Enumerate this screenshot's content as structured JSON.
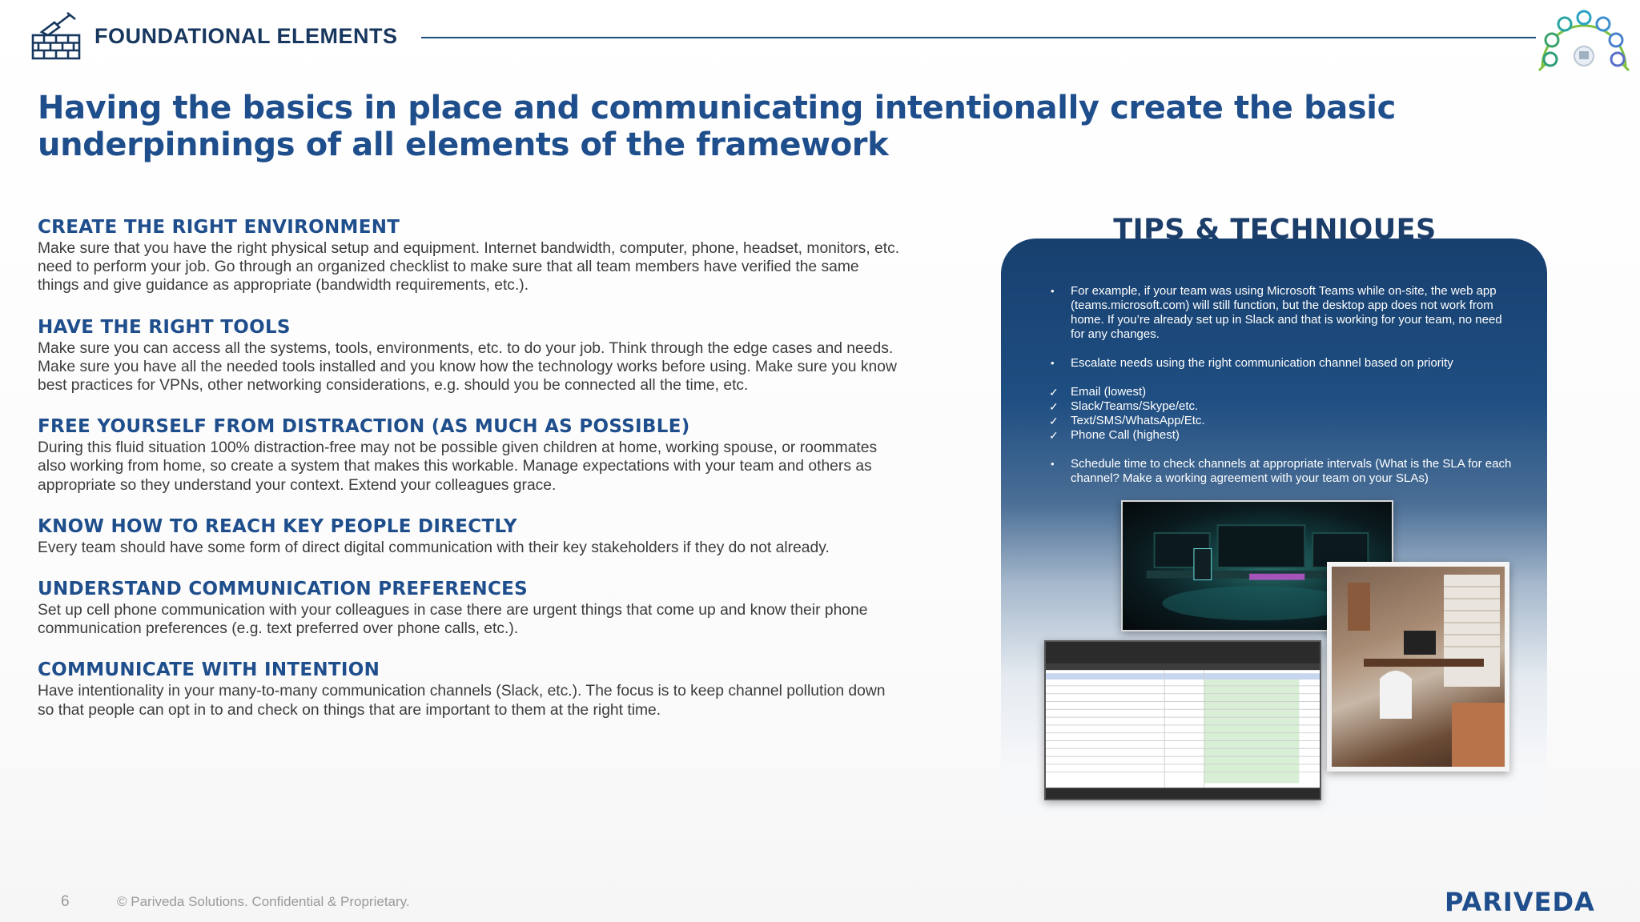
{
  "header": {
    "section_label": "FOUNDATIONAL ELEMENTS",
    "headline": "Having the basics in place and communicating intentionally create the basic underpinnings of all elements of the framework",
    "left_icon": "brick-wall-trowel-icon",
    "right_icon": "framework-gauge-icon"
  },
  "sections": [
    {
      "title": "CREATE THE RIGHT ENVIRONMENT",
      "body": "Make sure that you have the right physical setup and equipment. Internet bandwidth, computer, phone, headset, monitors, etc. need to perform your job.  Go through an organized checklist to make sure that all team members have verified the same things and give guidance as appropriate (bandwidth requirements, etc.)."
    },
    {
      "title": "HAVE THE RIGHT TOOLS",
      "body": "Make sure you can access all the systems, tools, environments, etc. to do your job. Think through the edge cases and needs. Make sure you have all the needed tools installed and you know how the technology works before using. Make sure you know best practices for VPNs, other networking considerations,  e.g. should you be connected all the time, etc."
    },
    {
      "title": "FREE YOURSELF FROM DISTRACTION (AS MUCH AS POSSIBLE)",
      "body": "During this fluid situation 100% distraction-free may not be possible given children at home, working spouse, or roommates also working from home, so create a system that makes this workable.  Manage expectations with your team and others as appropriate so they understand your context. Extend your colleagues grace."
    },
    {
      "title": "KNOW HOW TO REACH KEY PEOPLE DIRECTLY",
      "body": "Every team should have some form of direct digital communication with their key stakeholders if they do not already."
    },
    {
      "title": "UNDERSTAND COMMUNICATION PREFERENCES",
      "body": "Set up cell phone communication with your colleagues in case there are urgent things that come up and know their phone communication preferences (e.g. text preferred over phone calls, etc.)."
    },
    {
      "title": "COMMUNICATE WITH INTENTION",
      "body": "Have intentionality in your many-to-many communication channels (Slack, etc.). The focus is to keep channel pollution down so that people can opt in to and check on things that are important to them at the right time."
    }
  ],
  "tips": {
    "title": "TIPS & TECHNIQUES",
    "items": [
      {
        "kind": "bullet",
        "text": "For example, if your team was using Microsoft Teams while on-site, the web app (teams.microsoft.com) will still function, but the desktop app does not work from home. If you’re already set up in Slack and that is working for your team, no need for any changes."
      },
      {
        "kind": "bullet",
        "text": "Escalate needs using the right communication channel based on priority"
      },
      {
        "kind": "check",
        "text": "Email (lowest)"
      },
      {
        "kind": "check",
        "text": "Slack/Teams/Skype/etc."
      },
      {
        "kind": "check",
        "text": "Text/SMS/WhatsApp/Etc."
      },
      {
        "kind": "check",
        "text": "Phone Call (highest)"
      },
      {
        "kind": "bullet",
        "text": "Schedule time to check channels at appropriate intervals (What is the SLA for each channel? Make a working agreement with your team on your SLAs)"
      }
    ]
  },
  "footer": {
    "page_number": "6",
    "copyright": "© Pariveda Solutions. Confidential & Proprietary.",
    "logo_text": "PARIVEDA"
  },
  "colors": {
    "brand_blue": "#1f4e8c",
    "panel_navy": "#17406f",
    "body_text": "#3c3c3c"
  }
}
